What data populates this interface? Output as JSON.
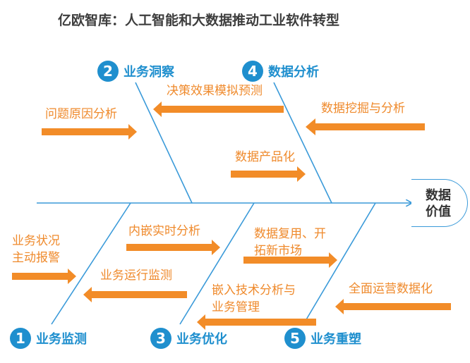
{
  "title": "亿欧智库：人工智能和大数据推动工业软件转型",
  "head": {
    "line1": "数据",
    "line2": "价值"
  },
  "categories": [
    {
      "num": "1",
      "label": "业务监测"
    },
    {
      "num": "2",
      "label": "业务洞察"
    },
    {
      "num": "3",
      "label": "业务优化"
    },
    {
      "num": "4",
      "label": "数据分析"
    },
    {
      "num": "5",
      "label": "业务重塑"
    }
  ],
  "labels": {
    "root_cause": "问题原因分析",
    "decision": "决策效果模拟预测",
    "mining": "数据挖掘与分析",
    "product": "数据产品化",
    "alarm_1": "业务状况",
    "alarm_2": "主动报警",
    "embedded": "内嵌实时分析",
    "ops_monitor": "业务运行监测",
    "reuse_1": "数据复用、开",
    "reuse_2": "拓新市场",
    "embed_tech_1": "嵌入技术分析与",
    "embed_tech_2": "业务管理",
    "ops_all": "全面运营数据化"
  },
  "colors": {
    "spine": "#3a9ad9",
    "arrow": "#f28c28",
    "accent": "#1f8fce",
    "label": "#ef8a2c"
  }
}
